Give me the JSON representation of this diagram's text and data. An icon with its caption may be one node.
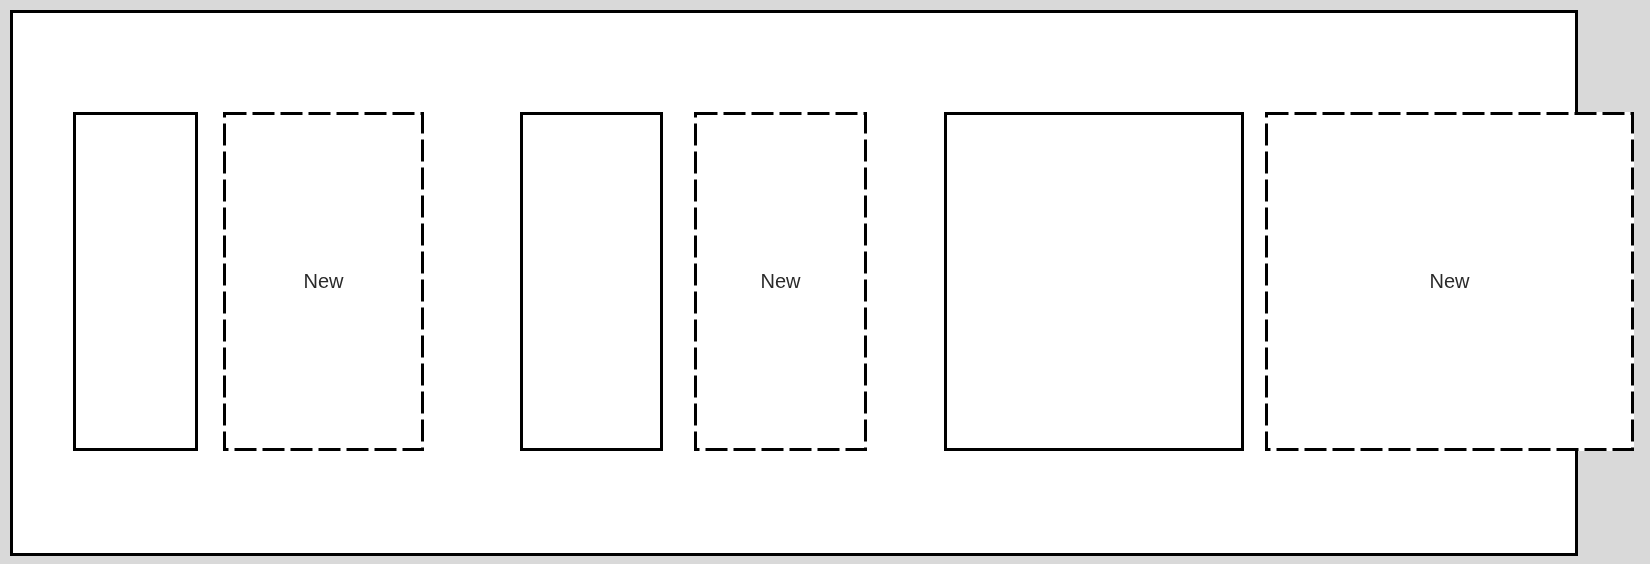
{
  "diagram": {
    "nodes": [
      {
        "text": [],
        "shape": "box"
      },
      {
        "text": [
          "New"
        ]
      },
      {
        "text": [],
        "shape": "box"
      },
      {
        "text": [
          "New"
        ]
      },
      {
        "text": [],
        "shape": "box"
      },
      {
        "text": [
          "New"
        ]
      }
    ]
  }
}
